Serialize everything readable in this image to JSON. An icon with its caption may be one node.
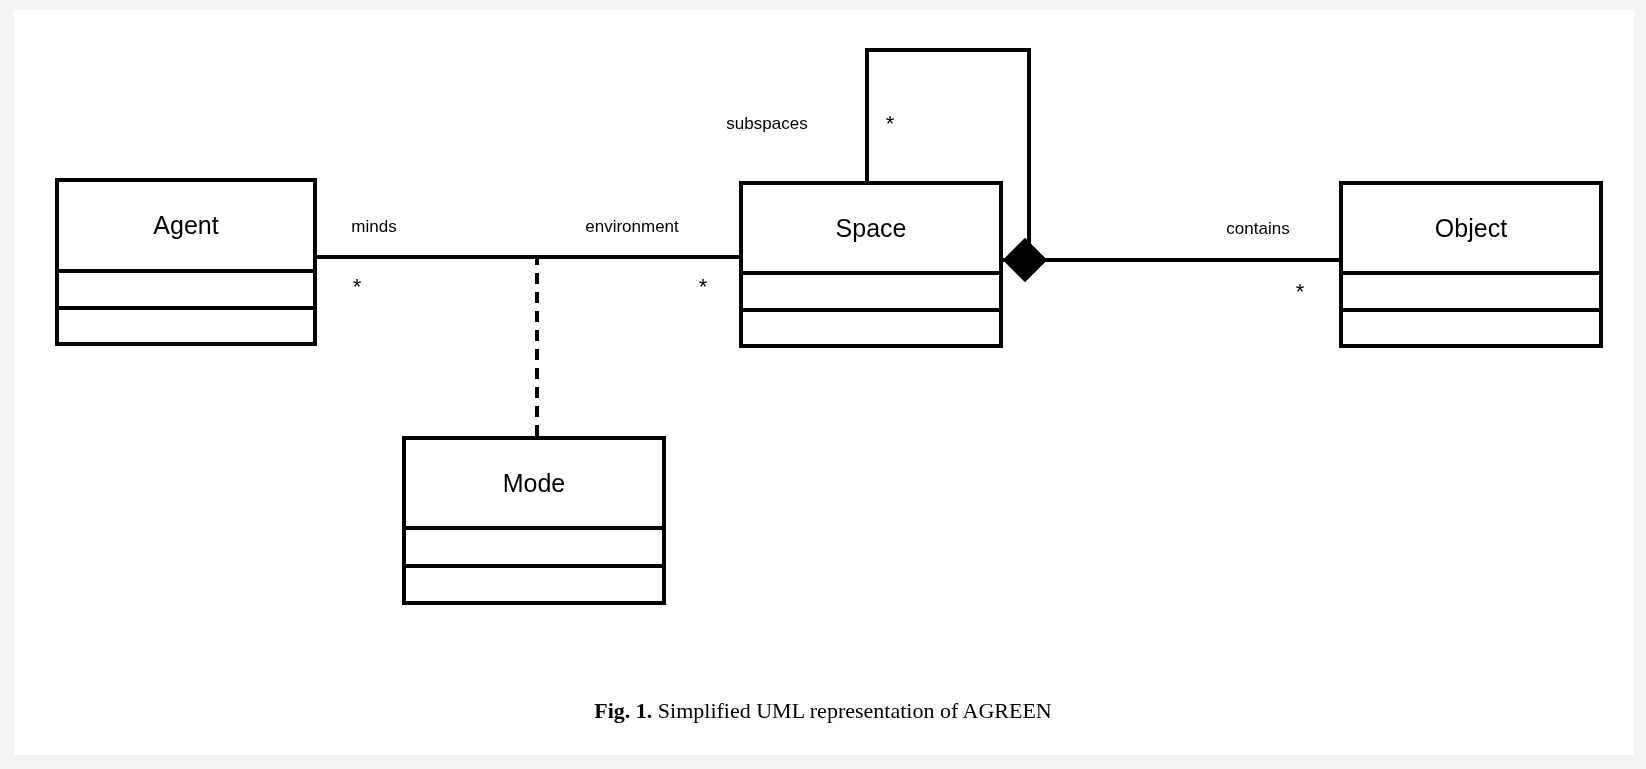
{
  "diagram": {
    "caption": "**Fig. 1.** Simplified UML representation of AGREEN",
    "nodes": [
      {
        "text": [
          "Agent"
        ]
      },
      {
        "text": [
          "Space"
        ]
      },
      {
        "text": [
          "Object"
        ]
      },
      {
        "text": [
          "Mode"
        ]
      }
    ],
    "edges": [
      {
        "from": 0,
        "to": 1,
        "arrow": "none"
      },
      {
        "from": 1,
        "to": 1,
        "arrow": "other"
      },
      {
        "from": 1,
        "to": 2,
        "arrow": "other"
      },
      {
        "from": 3,
        "to": null,
        "arrow": "none",
        "style": "dashed"
      }
    ],
    "labels": [
      "subspaces",
      "*",
      "minds",
      "environment",
      "contains",
      "*",
      "*",
      "*"
    ]
  }
}
